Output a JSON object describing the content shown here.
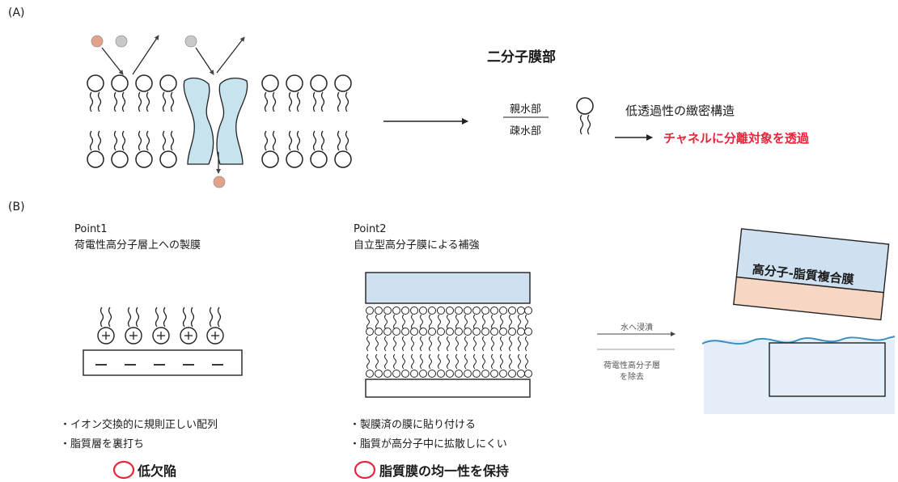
{
  "panel_a": {
    "label": "(A)",
    "title": "二分子膜部",
    "hydrophilic": "親水部",
    "hydrophobic": "疎水部",
    "structure": "低透過性の緻密構造",
    "channel": "チャネルに分離対象を透過"
  },
  "panel_b": {
    "label": "(B)",
    "point1": {
      "title": "Point1",
      "subtitle": "荷電性高分子層上への製膜",
      "bullets": [
        "・イオン交換的に規則正しい配列",
        "・脂質層を裏打ち"
      ],
      "result": "低欠陥"
    },
    "point2": {
      "title": "Point2",
      "subtitle": "自立型高分子膜による補強",
      "bullets": [
        "・製膜済の膜に貼り付ける",
        "・脂質が高分子中に拡散しにくい"
      ],
      "result": "脂質膜の均一性を保持"
    },
    "process": {
      "step1": "水へ浸漬",
      "step2_line1": "荷電性高分子層",
      "step2_line2": "を除去",
      "composite": "高分子-脂質複合膜"
    }
  },
  "colors": {
    "channel": "#c6e3ee",
    "ion": "#e2a189",
    "molecule": "#c8c8c8",
    "polymer": "#cfe0f1",
    "lipid_layer": "#f7d6c3",
    "water": "#e4eef8",
    "wave": "#3a8fc0",
    "emphasis": "#e8253a"
  }
}
